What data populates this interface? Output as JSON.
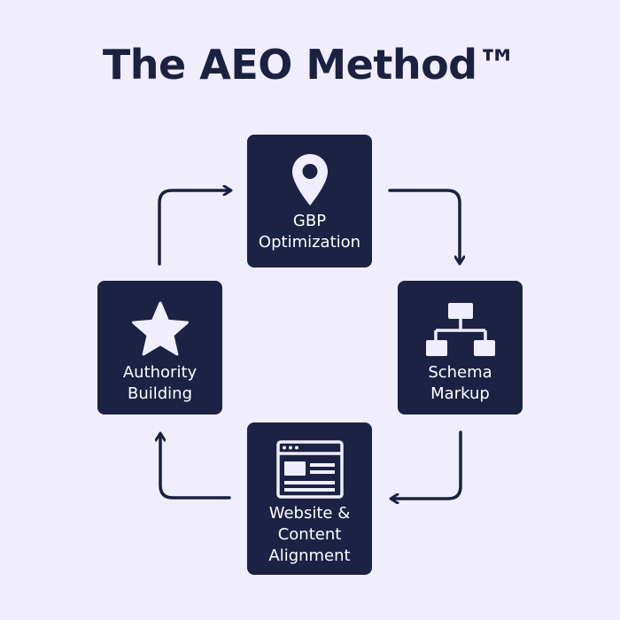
{
  "title": "The AEO Method™",
  "colors": {
    "background": "#f0eefc",
    "node_fill": "#1b2244",
    "node_text": "#ffffff",
    "icon_fill": "#f0eefc",
    "arrow": "#1b2140",
    "title": "#1b2140"
  },
  "nodes": [
    {
      "id": "gbp",
      "icon": "map-pin-icon",
      "label_lines": [
        "GBP",
        "Optimization"
      ]
    },
    {
      "id": "schema",
      "icon": "sitemap-hierarchy-icon",
      "label_lines": [
        "Schema",
        "Markup"
      ]
    },
    {
      "id": "website",
      "icon": "browser-window-icon",
      "label_lines": [
        "Website &",
        "Content",
        "Alignment"
      ]
    },
    {
      "id": "authority",
      "icon": "star-icon",
      "label_lines": [
        "Authority",
        "Building"
      ]
    }
  ]
}
